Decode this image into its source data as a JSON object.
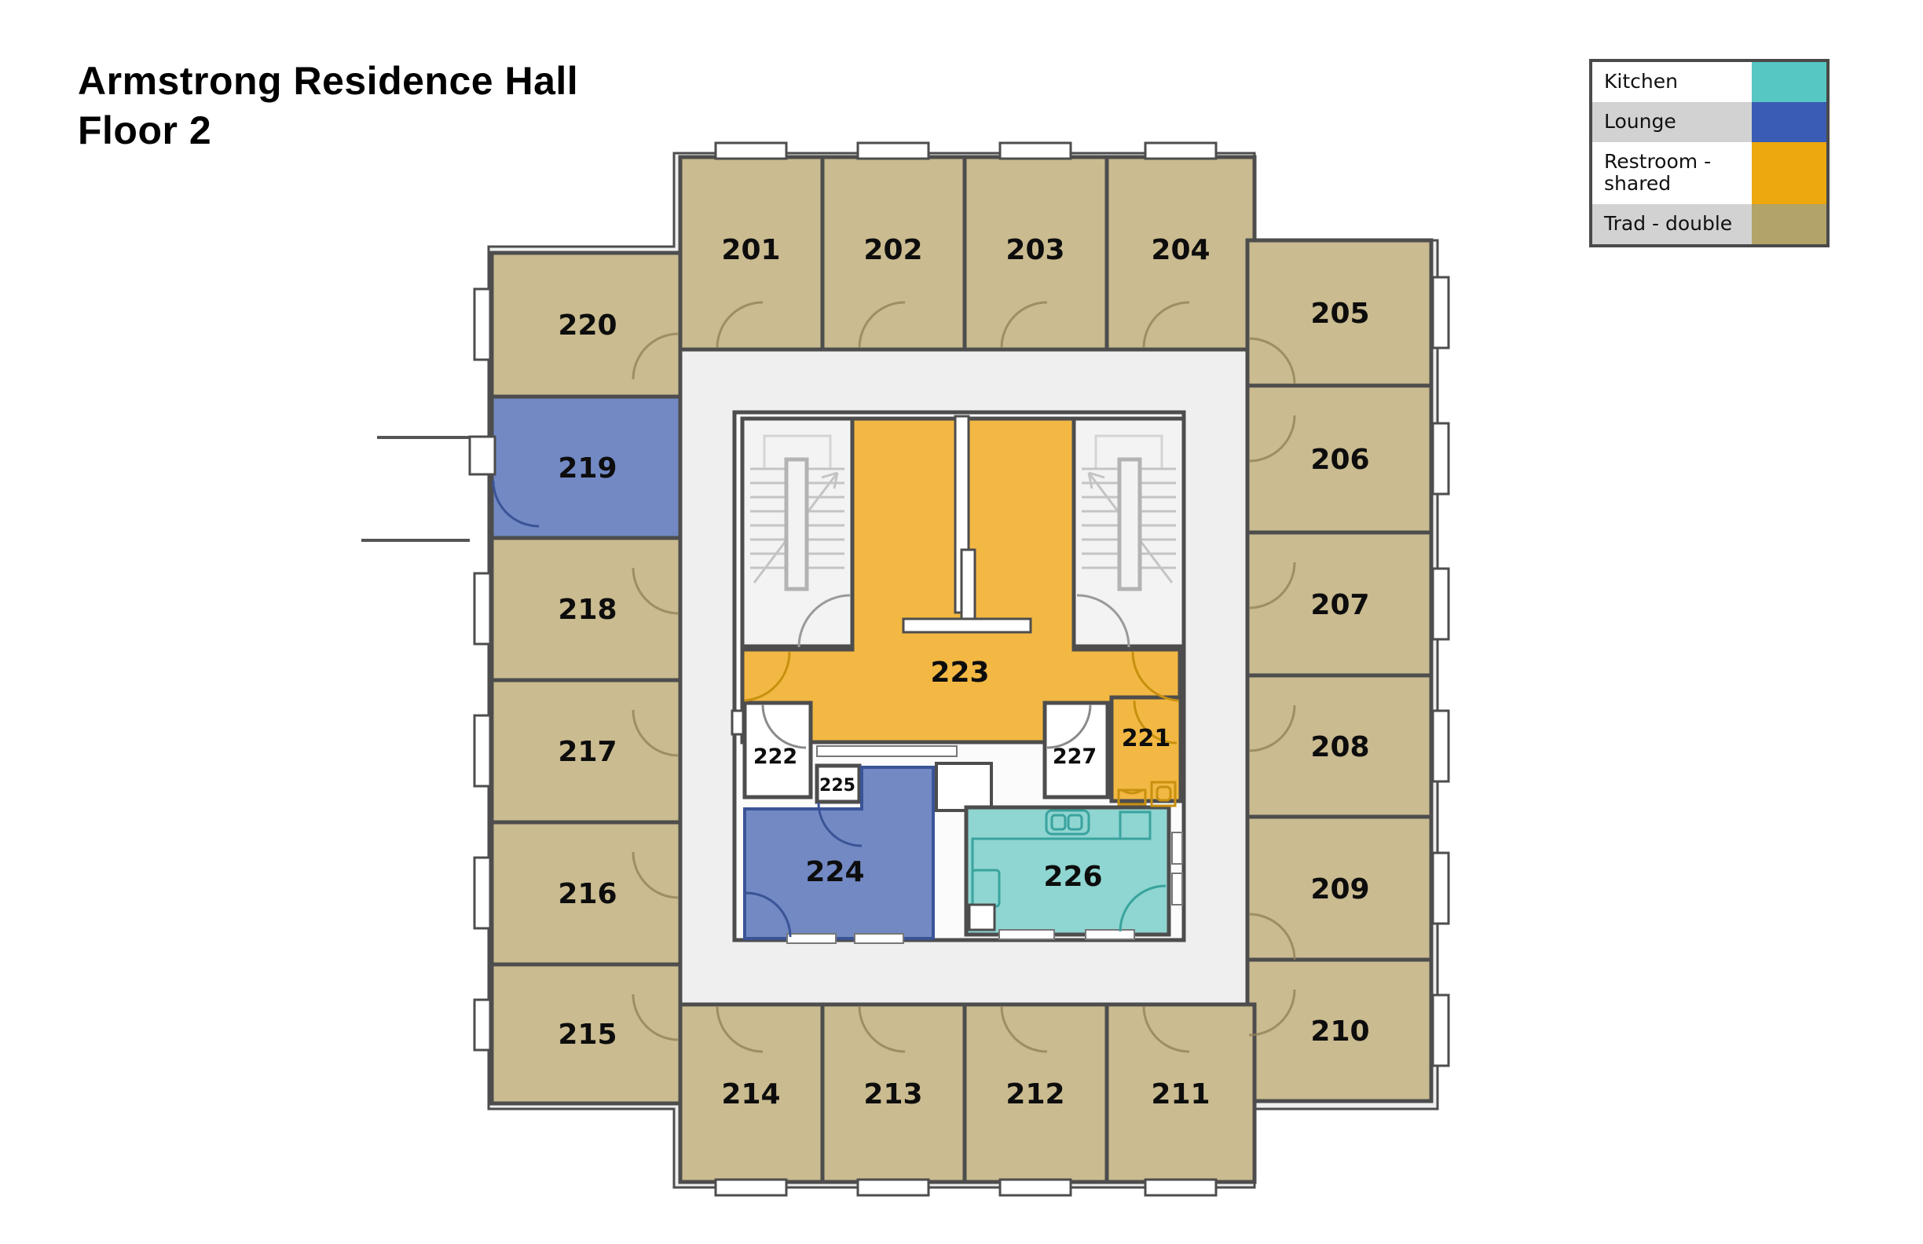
{
  "title": {
    "line1": "Armstrong Residence Hall",
    "line2": "Floor 2"
  },
  "legend": {
    "items": [
      {
        "label": "Kitchen",
        "color": "#56c7c3"
      },
      {
        "label": "Lounge",
        "color": "#3a5cb4"
      },
      {
        "label": "Restroom - shared",
        "color": "#eda70f"
      },
      {
        "label": "Trad - double",
        "color": "#b2a468"
      }
    ]
  },
  "room_fills": {
    "trad_double": "#cabb90",
    "lounge": "#7289c4",
    "kitchen": "#8fd5d1",
    "restroom_shared": "#f2b843",
    "stairwell": "#f3f3f3",
    "utility": "#ffffff",
    "corridor": "#efefef"
  },
  "rooms": {
    "r201": {
      "label": "201"
    },
    "r202": {
      "label": "202"
    },
    "r203": {
      "label": "203"
    },
    "r204": {
      "label": "204"
    },
    "r205": {
      "label": "205"
    },
    "r206": {
      "label": "206"
    },
    "r207": {
      "label": "207"
    },
    "r208": {
      "label": "208"
    },
    "r209": {
      "label": "209"
    },
    "r210": {
      "label": "210"
    },
    "r211": {
      "label": "211"
    },
    "r212": {
      "label": "212"
    },
    "r213": {
      "label": "213"
    },
    "r214": {
      "label": "214"
    },
    "r215": {
      "label": "215"
    },
    "r216": {
      "label": "216"
    },
    "r217": {
      "label": "217"
    },
    "r218": {
      "label": "218"
    },
    "r219": {
      "label": "219"
    },
    "r220": {
      "label": "220"
    },
    "r221": {
      "label": "221"
    },
    "r222": {
      "label": "222"
    },
    "r223": {
      "label": "223"
    },
    "r224": {
      "label": "224"
    },
    "r225": {
      "label": "225"
    },
    "r226": {
      "label": "226"
    },
    "r227": {
      "label": "227"
    }
  }
}
